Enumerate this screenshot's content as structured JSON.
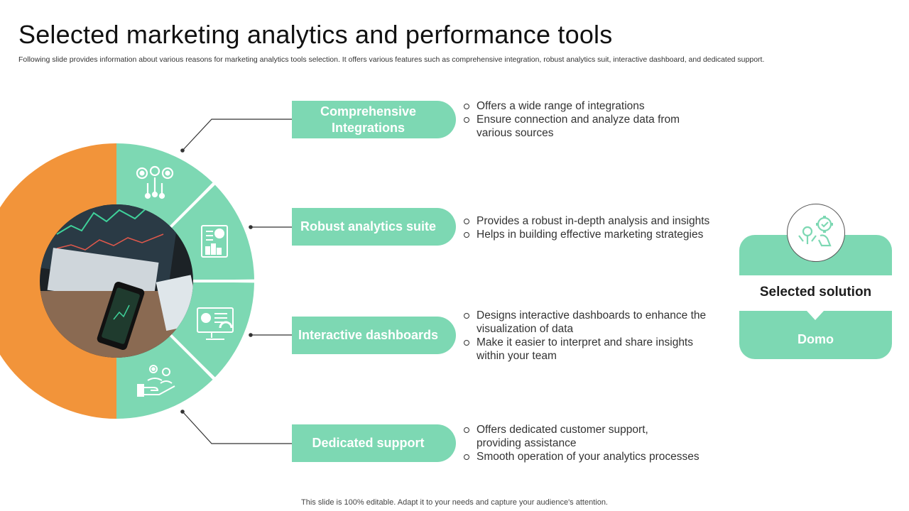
{
  "title": "Selected marketing analytics and performance tools",
  "subtitle": "Following slide provides information about various reasons for marketing analytics tools selection. It offers various features such as comprehensive integration, robust analytics suit, interactive dashboard, and dedicated support.",
  "colors": {
    "accent": "#7dd8b3",
    "orange": "#f2943a",
    "text": "#333333"
  },
  "features": [
    {
      "label": "Comprehensive Integrations",
      "icon": "gears-network-icon",
      "bullets": [
        "Offers a wide range of integrations",
        "Ensure connection and analyze  data from various sources"
      ]
    },
    {
      "label": "Robust analytics suite",
      "icon": "analytics-report-icon",
      "bullets": [
        "Provides a robust in-depth analysis and insights",
        "Helps in building effective marketing strategies"
      ]
    },
    {
      "label": "Interactive dashboards",
      "icon": "dashboard-monitor-icon",
      "bullets": [
        "Designs interactive dashboards to enhance the visualization  of data",
        "Make it easier to interpret and share insights within your team"
      ]
    },
    {
      "label": "Dedicated support",
      "icon": "support-hand-icon",
      "bullets": [
        "Offers dedicated customer support, providing assistance",
        "Smooth operation of your analytics processes"
      ]
    }
  ],
  "solution": {
    "heading": "Selected solution",
    "value": "Domo",
    "icon": "gear-check-hand-icon"
  },
  "center_image": "laptop-phone-trading-photo",
  "footer": "This slide is 100% editable. Adapt it to your needs and capture your audience's attention."
}
